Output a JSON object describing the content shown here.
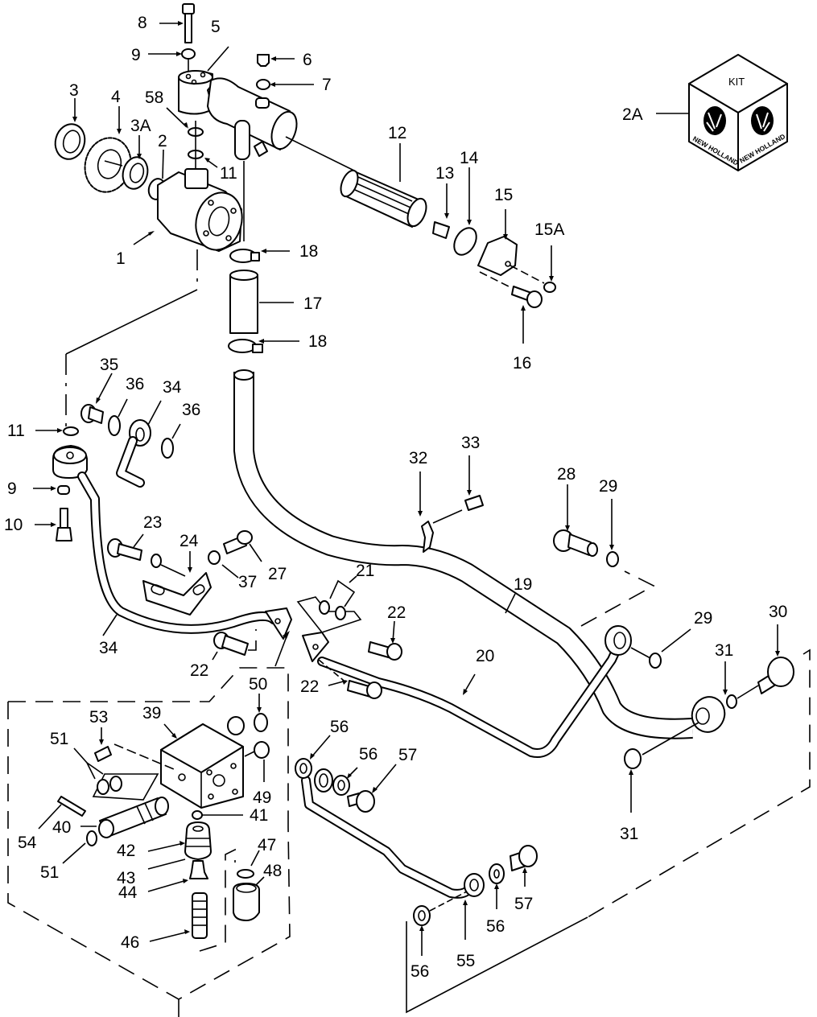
{
  "diagram": {
    "type": "exploded-parts-diagram",
    "subject": "Hydraulic pump, filter and lines assembly",
    "kit_box": {
      "label": "KIT",
      "brand_left": "NEW HOLLAND",
      "brand_right": "NEW HOLLAND",
      "callout": "2A"
    },
    "callouts": {
      "c1": "1",
      "c2": "2",
      "c2A": "2A",
      "c3": "3",
      "c3A": "3A",
      "c4": "4",
      "c5": "5",
      "c6": "6",
      "c7": "7",
      "c8": "8",
      "c9_top": "9",
      "c9_bot": "9",
      "c10": "10",
      "c11_top": "11",
      "c11_left": "11",
      "c12": "12",
      "c13": "13",
      "c14": "14",
      "c15": "15",
      "c15A": "15A",
      "c16": "16",
      "c17": "17",
      "c18_top": "18",
      "c18_bot": "18",
      "c19": "19",
      "c20": "20",
      "c21": "21",
      "c22_a": "22",
      "c22_b": "22",
      "c22_c": "22",
      "c23": "23",
      "c24": "24",
      "c27": "27",
      "c28": "28",
      "c29_a": "29",
      "c29_b": "29",
      "c30": "30",
      "c31_a": "31",
      "c31_b": "31",
      "c32": "32",
      "c33": "33",
      "c34_a": "34",
      "c34_b": "34",
      "c35": "35",
      "c36_a": "36",
      "c36_b": "36",
      "c37": "37",
      "c39": "39",
      "c40": "40",
      "c41": "41",
      "c42": "42",
      "c43": "43",
      "c44": "44",
      "c46": "46",
      "c47": "47",
      "c48": "48",
      "c49": "49",
      "c50": "50",
      "c51_a": "51",
      "c51_b": "51",
      "c53": "53",
      "c54": "54",
      "c55": "55",
      "c56_a": "56",
      "c56_b": "56",
      "c56_c": "56",
      "c56_d": "56",
      "c57_a": "57",
      "c57_b": "57",
      "c58": "58"
    }
  }
}
